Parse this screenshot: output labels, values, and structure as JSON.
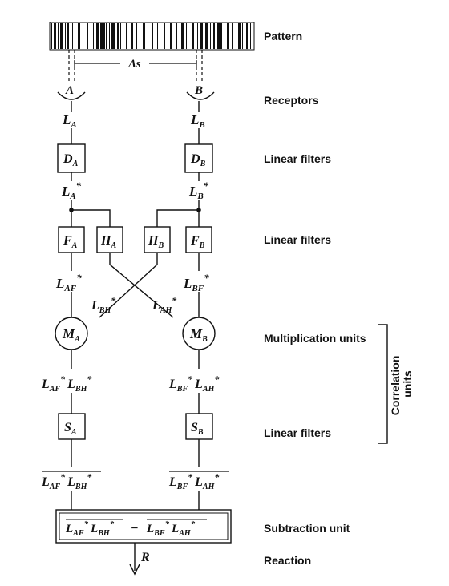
{
  "labels": {
    "pattern": "Pattern",
    "receptors": "Receptors",
    "linear_filters_1": "Linear filters",
    "linear_filters_2": "Linear filters",
    "multiplication_units": "Multiplication units",
    "correlation_units": "Correlation units",
    "linear_filters_3": "Linear filters",
    "subtraction_unit": "Subtraction unit",
    "reaction": "Reaction"
  },
  "symbols": {
    "delta_s": "Δs",
    "receptor_a": "A",
    "receptor_b": "B",
    "output": "R"
  },
  "left_chain": {
    "signal": "L",
    "signal_sub": "A",
    "filter_d": "D",
    "filter_d_sub": "A",
    "filtered": "L",
    "filtered_sub": "A",
    "filtered_sup": "*",
    "filter_f": "F",
    "filter_f_sub": "A",
    "filter_h": "H",
    "filter_h_sub": "A",
    "af_signal": "L",
    "af_sub": "AF",
    "af_sup": "*",
    "cross": "L",
    "cross_sub": "BH",
    "cross_sup": "*",
    "mult": "M",
    "mult_sub": "A",
    "product_1": "L",
    "product_1_sub": "AF",
    "product_2": "L",
    "product_2_sub": "BH",
    "star": "*",
    "filter_s": "S",
    "filter_s_sub": "A"
  },
  "right_chain": {
    "signal": "L",
    "signal_sub": "B",
    "filter_d": "D",
    "filter_d_sub": "B",
    "filtered": "L",
    "filtered_sub": "B",
    "filtered_sup": "*",
    "filter_f": "F",
    "filter_f_sub": "B",
    "filter_h": "H",
    "filter_h_sub": "B",
    "bf_signal": "L",
    "bf_sub": "BF",
    "bf_sup": "*",
    "cross": "L",
    "cross_sub": "AH",
    "cross_sup": "*",
    "mult": "M",
    "mult_sub": "B",
    "product_1": "L",
    "product_1_sub": "BF",
    "product_2": "L",
    "product_2_sub": "AH",
    "star": "*",
    "filter_s": "S",
    "filter_s_sub": "B"
  },
  "subtraction": {
    "minus": "−"
  }
}
